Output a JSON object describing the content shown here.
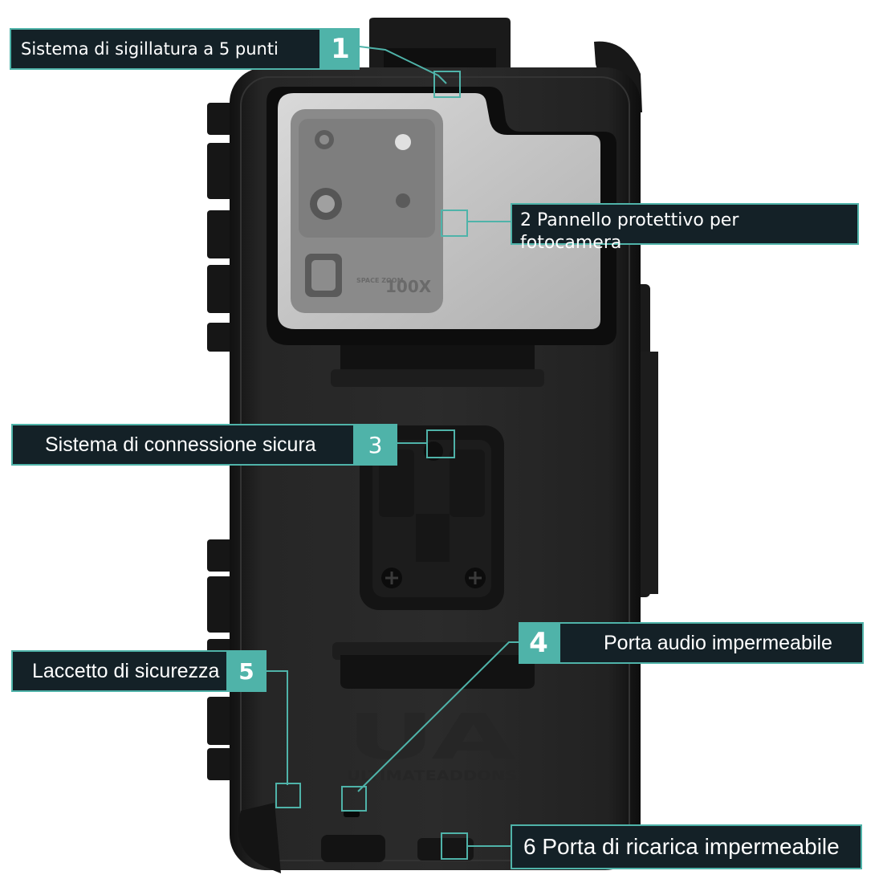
{
  "callouts": [
    {
      "number": "1",
      "label": "Sistema di sigillatura a 5 punti"
    },
    {
      "number": "",
      "label": "2 Pannello protettivo per fotocamera"
    },
    {
      "number": "3",
      "label": "Sistema di connessione sicura"
    },
    {
      "number": "4",
      "label": "Porta audio impermeabile"
    },
    {
      "number": "5",
      "label": "Laccetto di sicurezza"
    },
    {
      "number": "",
      "label": "6 Porta di ricarica impermeabile"
    }
  ],
  "product": {
    "camera_text_space_zoom": "SPACE ZOOM",
    "camera_text_zoom": "100X",
    "brand_logo": "UA",
    "brand_name": "ULTIMATEADDONS"
  },
  "colors": {
    "accent": "#4fb3a9",
    "label_bg": "#142127",
    "case": "#1b1b1b"
  }
}
